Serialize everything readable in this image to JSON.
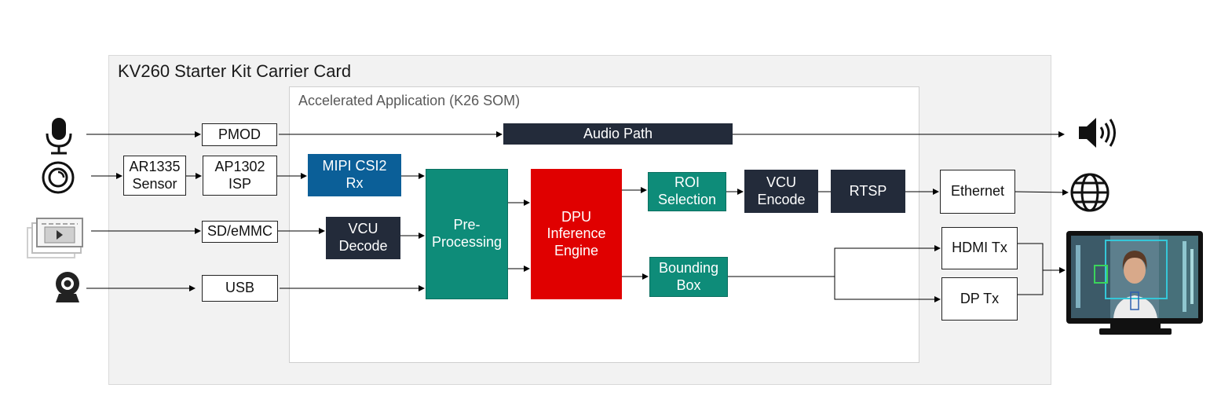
{
  "diagram": {
    "carrier_title": "KV260 Starter Kit Carrier Card",
    "som_title": "Accelerated Application (K26 SOM)",
    "blocks": {
      "pmod": "PMOD",
      "sensor": "AR1335\nSensor",
      "isp": "AP1302\nISP",
      "sdemmc": "SD/eMMC",
      "usb": "USB",
      "mipi": "MIPI CSI2\nRx",
      "vcu_decode": "VCU\nDecode",
      "audio_path": "Audio Path",
      "preprocessing": "Pre-\nProcessing",
      "dpu": "DPU\nInference\nEngine",
      "roi": "ROI\nSelection",
      "bounding_box": "Bounding\nBox",
      "vcu_encode": "VCU\nEncode",
      "rtsp": "RTSP",
      "ethernet": "Ethernet",
      "hdmi": "HDMI Tx",
      "dp": "DP Tx"
    },
    "icons": [
      "microphone-icon",
      "camera-lens-icon",
      "video-files-icon",
      "webcam-icon",
      "speaker-icon",
      "globe-icon",
      "monitor-icon"
    ]
  },
  "colors": {
    "dark_block": "#232b3a",
    "teal_block": "#0e8c79",
    "blue_block": "#0b5f98",
    "red_block": "#e00000"
  }
}
